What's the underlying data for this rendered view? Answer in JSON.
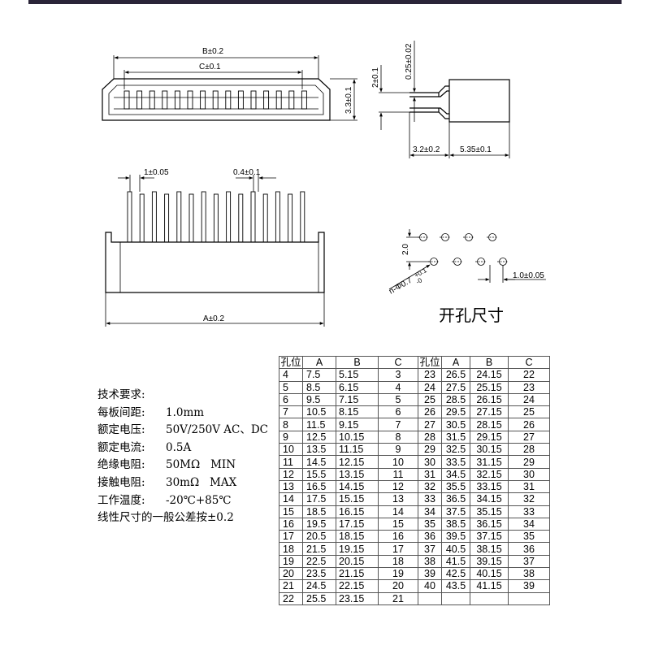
{
  "dimensions": {
    "b": "B±0.2",
    "c": "C±0.1",
    "h33": "3.3±0.1",
    "h2": "2±0.1",
    "t025": "0.25±0.02",
    "w32": "3.2±0.2",
    "w535": "5.35±0.1",
    "pitch": "1±0.05",
    "pinw": "0.4±0.1",
    "a": "A±0.2",
    "row": "2.0",
    "hole": "n-Φ0.7",
    "hole_tol_plus": "+0.1",
    "hole_tol_minus": "-0",
    "hpitch": "1.0±0.05"
  },
  "footprint_title": "开孔尺寸",
  "specs": {
    "title": "技术要求:",
    "rows": [
      {
        "label": "每板间距:",
        "value": "1.0mm"
      },
      {
        "label": "额定电压:",
        "value": "50V/250V AC、DC"
      },
      {
        "label": "额定电流:",
        "value": "0.5A"
      },
      {
        "label": "绝缘电阻:",
        "value": "50MΩ   MIN"
      },
      {
        "label": "接触电阻:",
        "value": "30mΩ   MAX"
      },
      {
        "label": "工作温度:",
        "value": "-20℃+85℃"
      }
    ],
    "note": "线性尺寸的一般公差按±0.2"
  },
  "table": {
    "headers": [
      "孔位",
      "A",
      "B",
      "C",
      "孔位",
      "A",
      "B",
      "C"
    ],
    "rows": [
      [
        "4",
        "7.5",
        "5.15",
        "3",
        "23",
        "26.5",
        "24.15",
        "22"
      ],
      [
        "5",
        "8.5",
        "6.15",
        "4",
        "24",
        "27.5",
        "25.15",
        "23"
      ],
      [
        "6",
        "9.5",
        "7.15",
        "5",
        "25",
        "28.5",
        "26.15",
        "24"
      ],
      [
        "7",
        "10.5",
        "8.15",
        "6",
        "26",
        "29.5",
        "27.15",
        "25"
      ],
      [
        "8",
        "11.5",
        "9.15",
        "7",
        "27",
        "30.5",
        "28.15",
        "26"
      ],
      [
        "9",
        "12.5",
        "10.15",
        "8",
        "28",
        "31.5",
        "29.15",
        "27"
      ],
      [
        "10",
        "13.5",
        "11.15",
        "9",
        "29",
        "32.5",
        "30.15",
        "28"
      ],
      [
        "11",
        "14.5",
        "12.15",
        "10",
        "30",
        "33.5",
        "31.15",
        "29"
      ],
      [
        "12",
        "15.5",
        "13.15",
        "11",
        "31",
        "34.5",
        "32.15",
        "30"
      ],
      [
        "13",
        "16.5",
        "14.15",
        "12",
        "32",
        "35.5",
        "33.15",
        "31"
      ],
      [
        "14",
        "17.5",
        "15.15",
        "13",
        "33",
        "36.5",
        "34.15",
        "32"
      ],
      [
        "15",
        "18.5",
        "16.15",
        "14",
        "34",
        "37.5",
        "35.15",
        "33"
      ],
      [
        "16",
        "19.5",
        "17.15",
        "15",
        "35",
        "38.5",
        "36.15",
        "34"
      ],
      [
        "17",
        "20.5",
        "18.15",
        "16",
        "36",
        "39.5",
        "37.15",
        "35"
      ],
      [
        "18",
        "21.5",
        "19.15",
        "17",
        "37",
        "40.5",
        "38.15",
        "36"
      ],
      [
        "19",
        "22.5",
        "20.15",
        "18",
        "38",
        "41.5",
        "39.15",
        "37"
      ],
      [
        "20",
        "23.5",
        "21.15",
        "19",
        "39",
        "42.5",
        "40.15",
        "38"
      ],
      [
        "21",
        "24.5",
        "22.15",
        "20",
        "40",
        "43.5",
        "41.15",
        "39"
      ],
      [
        "22",
        "25.5",
        "23.15",
        "21",
        "",
        "",
        "",
        ""
      ]
    ]
  }
}
